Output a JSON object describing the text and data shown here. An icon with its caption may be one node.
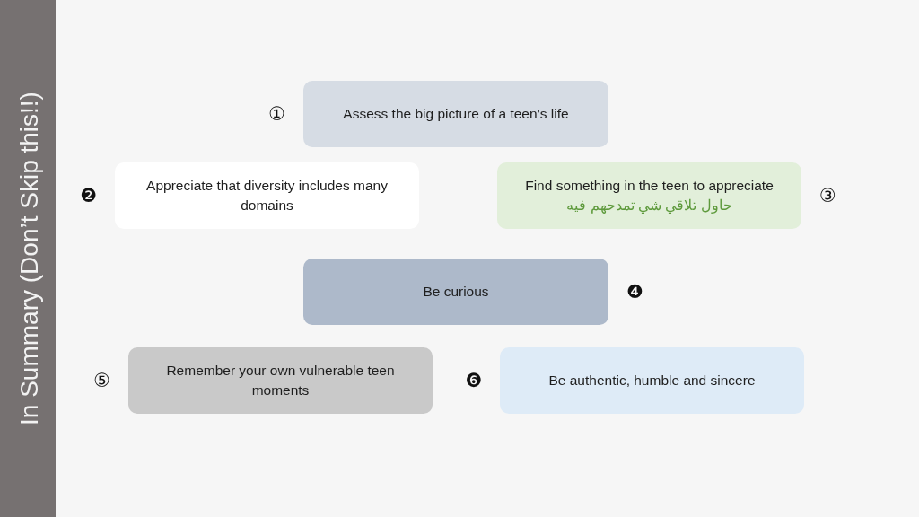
{
  "diagram": {
    "title": "In Summary (Don’t Skip this!!)",
    "nodes": [
      {
        "text": [
          "Assess the big picture of a teen’s life"
        ],
        "beside": [
          "①"
        ]
      },
      {
        "text": [
          "Appreciate that diversity includes many domains"
        ],
        "beside": [
          "❷"
        ]
      },
      {
        "text": [
          "Find something in the teen to appreciate",
          "حاول تلاقي شي تمدحهم فيه"
        ],
        "beside": [
          "③"
        ]
      },
      {
        "text": [
          "Be curious"
        ],
        "beside": [
          "❹"
        ]
      },
      {
        "text": [
          "Remember your own vulnerable teen moments"
        ],
        "beside": [
          "⑤"
        ]
      },
      {
        "text": [
          "Be authentic, humble and sincere"
        ],
        "beside": [
          "❻"
        ]
      }
    ]
  }
}
